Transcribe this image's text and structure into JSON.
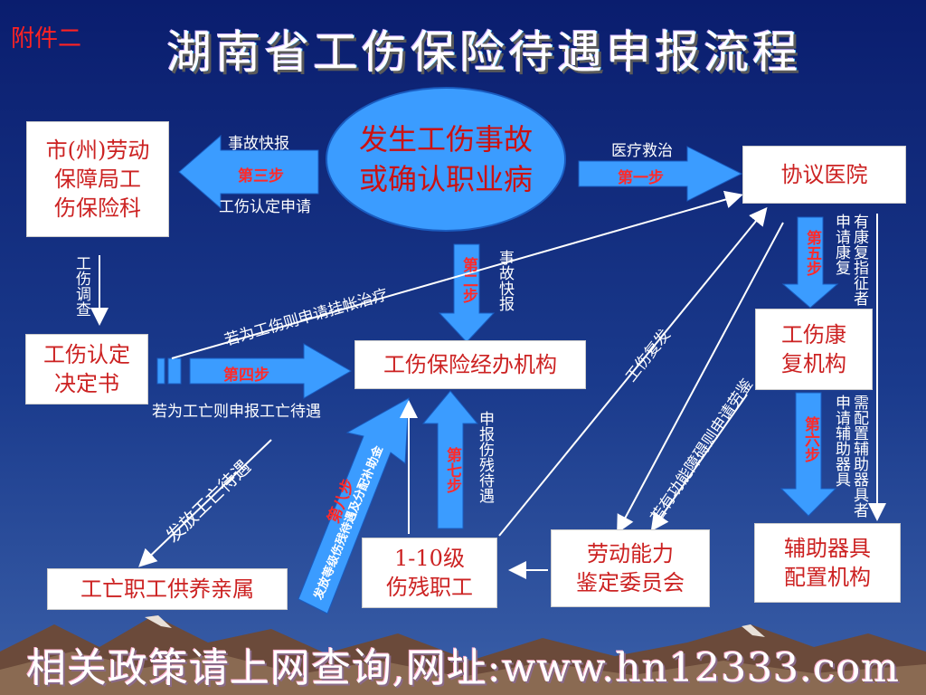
{
  "tag": "附件二",
  "title": "湖南省工伤保险待遇申报流程",
  "center_event": {
    "line1": "发生工伤事故",
    "line2": "或确认职业病"
  },
  "boxes": {
    "labor_bureau": {
      "line1": "市(州)劳动",
      "line2": "保障局工",
      "line3": "伤保险科"
    },
    "hospital": "协议医院",
    "rehab": {
      "line1": "工伤康",
      "line2": "复机构"
    },
    "decision": {
      "line1": "工伤认定",
      "line2": "决定书"
    },
    "agency": "工伤保险经办机构",
    "aids": {
      "line1": "辅助器具",
      "line2": "配置机构"
    },
    "dependents": "工亡职工供养亲属",
    "disabled": {
      "line1": "1-10级",
      "line2": "伤残职工"
    },
    "appraisal": {
      "line1": "劳动能力",
      "line2": "鉴定委员会"
    }
  },
  "labels": {
    "accident_report_top": "事故快报",
    "injury_application": "工伤认定申请",
    "medical_treatment": "医疗救治",
    "accident_report_vertical": "事故快报",
    "injury_investigation": "工伤调查",
    "rehab_need": "有康复指征者申请康复",
    "aids_need": "需配置辅助器具者申请辅助器具",
    "hang_treatment": "若为工伤则申请挂帐治疗",
    "death_benefit": "若为工亡则申报工亡待遇",
    "injury_relapse": "工伤复发",
    "disability_appraisal": "若有功能障碍则申请劳鉴",
    "pay_death_benefit": "发放工亡待遇",
    "apply_disability_benefit": "申报伤残待遇",
    "step8_detail": "发放等级伤残待遇及分配补助金"
  },
  "steps": {
    "s1": "第一步",
    "s2": "第二步",
    "s3": "第三步",
    "s4": "第四步",
    "s5": "第五步",
    "s6": "第六步",
    "s7": "第七步",
    "s8": "第八步"
  },
  "footer": "相关政策请上网查询,网址:www.hn12333.com",
  "colors": {
    "background_top": "#0a1d6e",
    "arrow_fill": "#3b9cff",
    "box_text": "#cc2222",
    "step_text": "#ff2a2a",
    "line": "#ffffff"
  }
}
